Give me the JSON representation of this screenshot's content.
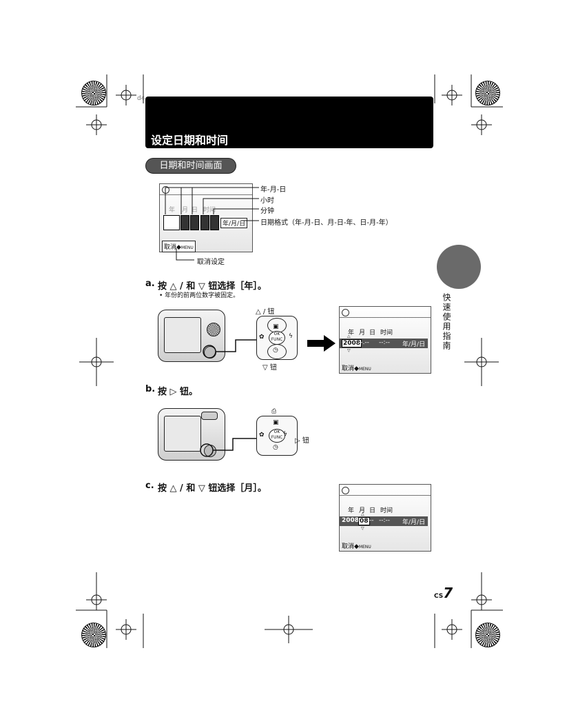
{
  "header": {
    "corner_text": "d4",
    "title": "设定日期和时间"
  },
  "section": {
    "label": "日期和时间画面"
  },
  "diagram": {
    "field_labels": [
      "年",
      "月",
      "日",
      "时间"
    ],
    "format_value": "年/月/日",
    "cancel_label": "取消",
    "menu_label": "MENU",
    "callouts": {
      "ymd": "年-月-日",
      "hour": "小时",
      "minute": "分钟",
      "date_format": "日期格式（年-月-日、月-日-年、日-月-年）",
      "cancel": "取消设定"
    }
  },
  "steps": {
    "a": {
      "letter": "a.",
      "text": "按 △ /  和 ▽  钮选择［年］。",
      "note": "• 年份的前两位数字被固定。",
      "top_label": "△ /  钮",
      "bottom_label": "▽  钮"
    },
    "b": {
      "letter": "b.",
      "text": "按 ▷  钮。",
      "right_label": "▷  钮"
    },
    "c": {
      "letter": "c.",
      "text": "按 △ /  和 ▽  钮选择［月］。"
    }
  },
  "screen_a": {
    "labels": [
      "年",
      "月",
      "日",
      "时间"
    ],
    "year": "2008",
    "month_day": "--.--",
    "time": "--:--",
    "format": "年/月/日",
    "cancel": "取消",
    "menu": "MENU"
  },
  "screen_c": {
    "labels": [
      "年",
      "月",
      "日",
      "时间"
    ],
    "year": "2008",
    "month": "08",
    "day": "--",
    "time": "--:--",
    "format": "年/月/日",
    "cancel": "取消",
    "menu": "MENU"
  },
  "button_pad": {
    "ok_label": "OK",
    "func_label": "FUNC"
  },
  "side_tab": "快速使用指南",
  "page_number": {
    "prefix": "CS",
    "number": "7"
  }
}
